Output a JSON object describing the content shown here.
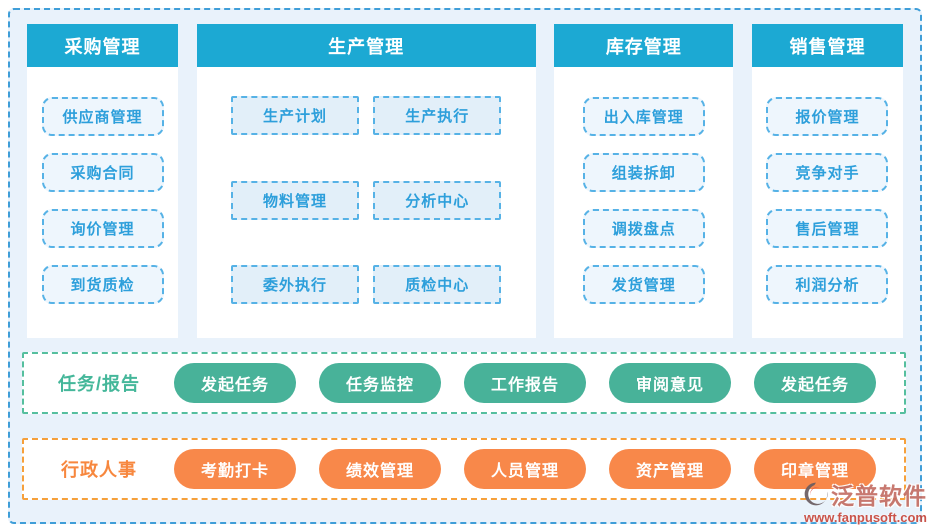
{
  "modules": [
    {
      "title": "采购管理",
      "items": [
        "供应商管理",
        "采购合同",
        "询价管理",
        "到货质检"
      ]
    },
    {
      "title": "生产管理",
      "items": [
        "生产计划",
        "生产执行",
        "物料管理",
        "分析中心",
        "委外执行",
        "质检中心"
      ]
    },
    {
      "title": "库存管理",
      "items": [
        "出入库管理",
        "组装拆卸",
        "调拨盘点",
        "发货管理"
      ]
    },
    {
      "title": "销售管理",
      "items": [
        "报价管理",
        "竞争对手",
        "售后管理",
        "利润分析"
      ]
    }
  ],
  "tasks_band": {
    "label": "任务/报告",
    "buttons": [
      "发起任务",
      "任务监控",
      "工作报告",
      "审阅意见",
      "发起任务"
    ]
  },
  "hr_band": {
    "label": "行政人事",
    "buttons": [
      "考勤打卡",
      "绩效管理",
      "人员管理",
      "资产管理",
      "印章管理"
    ]
  },
  "watermark": {
    "brand": "泛普软件",
    "url": "www.fanpusoft.com"
  },
  "colors": {
    "panel_header_teal": "#1ca9d3",
    "module_button_blue": "#2d9fdb",
    "module_button_border": "#56b2e6",
    "tasks_green": "#48b299",
    "tasks_border_green": "#55bf9e",
    "hr_orange": "#f8884a",
    "hr_border_orange": "#f6a03b",
    "page_border_blue": "#3f9ed8",
    "page_background": "#e9f2fb",
    "watermark_red": "#c8463b"
  }
}
